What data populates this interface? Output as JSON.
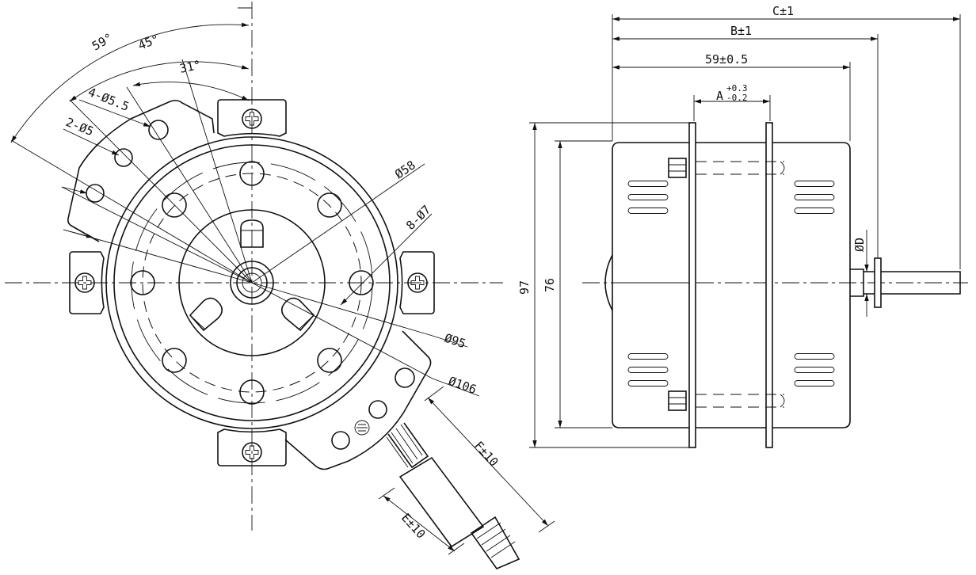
{
  "labels": {
    "angle_59": "59°",
    "angle_45": "45°",
    "angle_31": "31°",
    "holes_4x55": "4-Ø5.5",
    "holes_2x5": "2-Ø5",
    "dia_58": "Ø58",
    "holes_8x7": "8-Ø7",
    "dia_95": "Ø95",
    "dia_106": "Ø106",
    "lead_f": "F±10",
    "lead_e": "E±10",
    "len_c": "C±1",
    "len_b": "B±1",
    "len_59": "59±0.5",
    "len_a": "A",
    "tol_a_plus": "+0.3",
    "tol_a_minus": "-0.2",
    "height_97": "97",
    "height_76": "76",
    "shaft_d": "ØD"
  },
  "colors": {
    "line": "#111111",
    "background": "#ffffff"
  }
}
